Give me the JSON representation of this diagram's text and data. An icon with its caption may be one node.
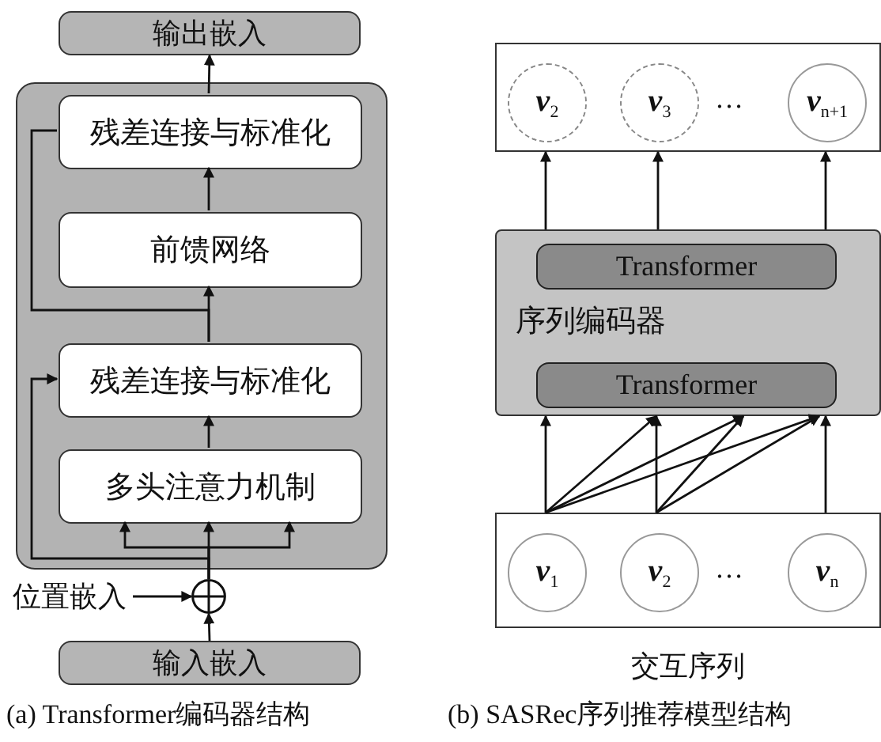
{
  "diagram": {
    "nodes": [
      {
        "text": [
          "输出嵌入"
        ]
      },
      {
        "text": [],
        "shape": "box"
      },
      {
        "text": [
          "残差连接与标准化"
        ],
        "in": 1
      },
      {
        "text": [
          "前馈网络"
        ],
        "in": 1
      },
      {
        "text": [
          "残差连接与标准化"
        ],
        "in": 1
      },
      {
        "text": [
          "多头注意力机制"
        ],
        "in": 1
      },
      {
        "text": [
          "位置嵌入"
        ]
      },
      {
        "text": [],
        "shape": "circle"
      },
      {
        "text": [
          "输入嵌入"
        ]
      },
      {
        "text": [],
        "shape": "box"
      },
      {
        "text": [
          "*v*$_{2}$"
        ],
        "in": 9
      },
      {
        "text": [
          "*v*$_{3}$"
        ],
        "in": 9
      },
      {
        "text": [
          "*v*$_{n+1}$"
        ],
        "in": 9
      },
      {
        "text": [
          "序列编码器"
        ]
      },
      {
        "text": [
          "Transformer"
        ],
        "in": 13
      },
      {
        "text": [
          "Transformer"
        ],
        "in": 13
      },
      {
        "text": [],
        "shape": "box",
        "beside": [
          "交互序列"
        ]
      },
      {
        "text": [
          "*v*$_{1}$"
        ],
        "in": 16
      },
      {
        "text": [
          "*v*$_{2}$"
        ],
        "in": 16
      },
      {
        "text": [
          "*v*$_{n}$"
        ],
        "in": 16
      }
    ],
    "edges": [
      {
        "from": 2,
        "to": 0,
        "arrow": "to"
      },
      {
        "from": 3,
        "to": 2,
        "arrow": "to"
      },
      {
        "from": 4,
        "to": 3,
        "arrow": "to"
      },
      {
        "from": 4,
        "to": 2,
        "arrow": "none"
      },
      {
        "from": 5,
        "to": 4,
        "arrow": "to"
      },
      {
        "from": 7,
        "to": 5,
        "arrow": "to"
      },
      {
        "from": 7,
        "to": 5,
        "arrow": "to"
      },
      {
        "from": 7,
        "to": 5,
        "arrow": "to"
      },
      {
        "from": 7,
        "to": 4,
        "arrow": "to"
      },
      {
        "from": 6,
        "to": 7,
        "arrow": "to"
      },
      {
        "from": 8,
        "to": 7,
        "arrow": "to"
      },
      {
        "from": 13,
        "to": 9,
        "arrow": "to"
      },
      {
        "from": 13,
        "to": 9,
        "arrow": "to"
      },
      {
        "from": 13,
        "to": 9,
        "arrow": "to"
      },
      {
        "from": 16,
        "to": 13,
        "arrow": "to"
      },
      {
        "from": 16,
        "to": 13,
        "arrow": "to"
      },
      {
        "from": 16,
        "to": 13,
        "arrow": "to"
      },
      {
        "from": 16,
        "to": 13,
        "arrow": "to"
      },
      {
        "from": 16,
        "to": 13,
        "arrow": "to"
      },
      {
        "from": 16,
        "to": 13,
        "arrow": "to"
      },
      {
        "from": 16,
        "to": 13,
        "arrow": "to"
      },
      {
        "from": 16,
        "to": 13,
        "arrow": "to"
      }
    ],
    "labels": [
      "…",
      "…",
      "(a) Transformer编码器结构",
      "(b) SASRec序列推荐模型结构"
    ]
  }
}
